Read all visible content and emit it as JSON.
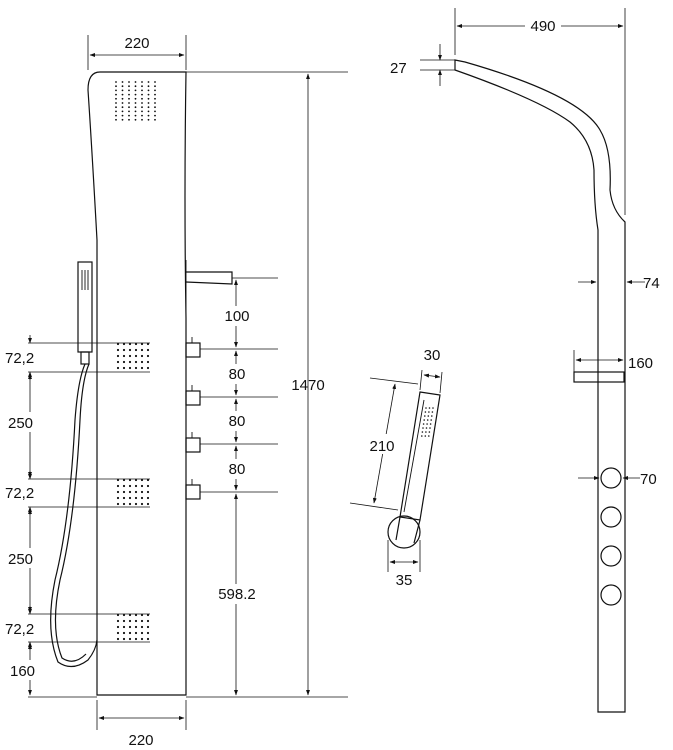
{
  "dimensions": {
    "panel_top_width": "220",
    "panel_bottom_width": "220",
    "panel_height": "1470",
    "jet_spacing": [
      "72,2",
      "250",
      "72,2",
      "250",
      "72,2",
      "160"
    ],
    "control_spacing": [
      "100",
      "80",
      "80",
      "80",
      "598.2"
    ],
    "hand_shower_length": "210",
    "hand_shower_width": "30",
    "holder_diameter": "35",
    "arm_reach": "490",
    "arm_thickness": "27",
    "column_width": "74",
    "slider_width": "160",
    "jet_diameter": "70"
  }
}
